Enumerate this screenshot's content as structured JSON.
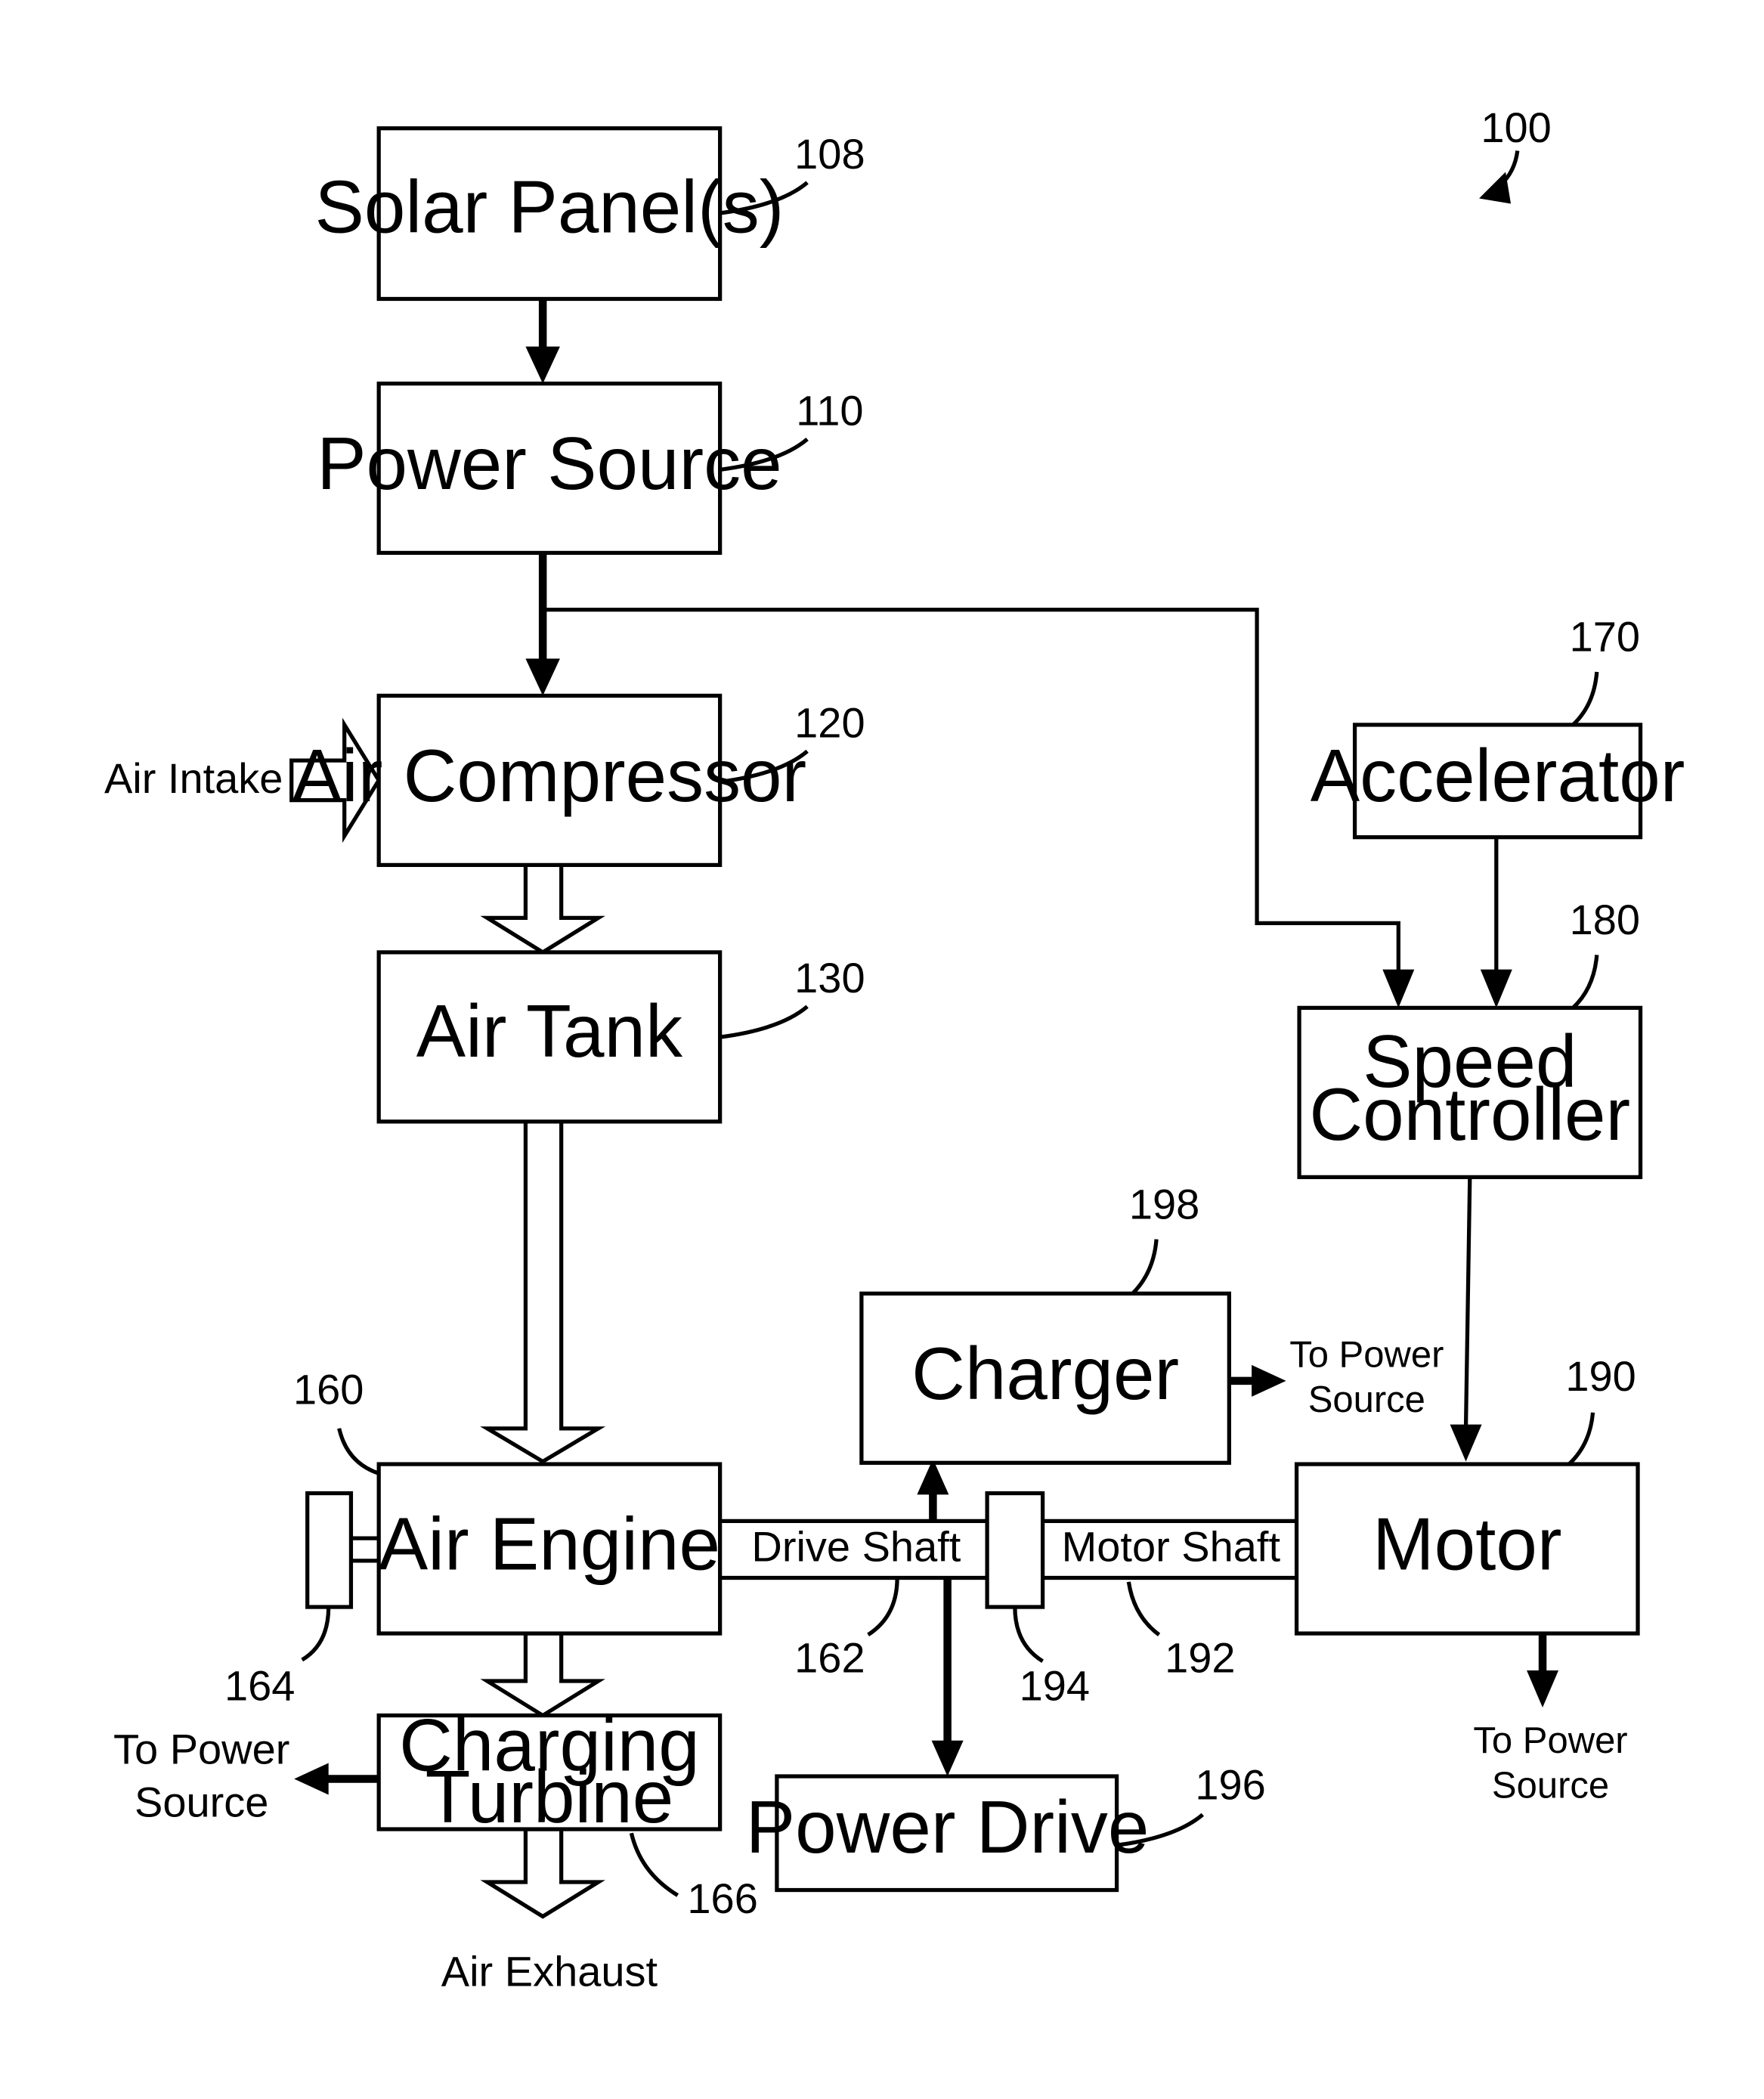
{
  "figure_number": "100",
  "blocks": {
    "solar_panels": {
      "label": "Solar Panel(s)",
      "ref": "108"
    },
    "power_source": {
      "label": "Power Source",
      "ref": "110"
    },
    "air_compressor": {
      "label": "Air Compressor",
      "ref": "120"
    },
    "air_tank": {
      "label": "Air Tank",
      "ref": "130"
    },
    "air_engine": {
      "label": "Air Engine",
      "ref": "160"
    },
    "charging_turbine": {
      "label_line1": "Charging",
      "label_line2": "Turbine",
      "ref": "166"
    },
    "accelerator": {
      "label": "Accelerator",
      "ref": "170"
    },
    "speed_controller": {
      "label_line1": "Speed",
      "label_line2": "Controller",
      "ref": "180"
    },
    "charger": {
      "label": "Charger",
      "ref": "198"
    },
    "motor": {
      "label": "Motor",
      "ref": "190"
    },
    "power_drive": {
      "label": "Power Drive",
      "ref": "196"
    }
  },
  "shafts": {
    "drive_shaft": {
      "label": "Drive Shaft",
      "ref": "162"
    },
    "motor_shaft": {
      "label": "Motor Shaft",
      "ref": "192"
    },
    "coupling_ref": "194",
    "engine_flywheel_ref": "164"
  },
  "annotations": {
    "air_intake": "Air Intake",
    "air_exhaust": "Air Exhaust",
    "turbine_output_line1": "To Power",
    "turbine_output_line2": "Source",
    "charger_output_line1": "To Power",
    "charger_output_line2": "Source",
    "motor_output_line1": "To Power",
    "motor_output_line2": "Source"
  }
}
